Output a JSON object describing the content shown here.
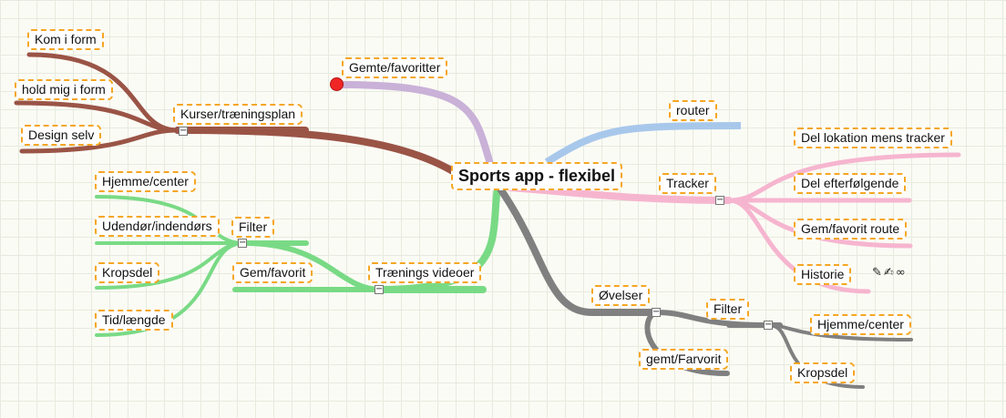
{
  "colors": {
    "brown": "#9a5446",
    "purple": "#c9b1d8",
    "blue": "#a8c8eb",
    "pink": "#f6b5cf",
    "green": "#79da85",
    "gray": "#808080",
    "node_border": "#f5a623",
    "marker": "#f02626"
  },
  "root": {
    "label": "Sports app - flexibel"
  },
  "branches": {
    "courses": {
      "label": "Kurser/træningsplan",
      "children": [
        "Kom i form",
        "hold mig i form",
        "Design selv"
      ]
    },
    "saved": {
      "label": "Gemte/favoritter"
    },
    "router": {
      "label": "router"
    },
    "tracker": {
      "label": "Tracker",
      "children": [
        "Del lokation mens tracker",
        "Del efterfølgende",
        "Gem/favorit route",
        "Historie"
      ]
    },
    "videos": {
      "label": "Trænings videoer",
      "filter": {
        "label": "Filter",
        "children": [
          "Hjemme/center",
          "Udendør/indendørs",
          "Kropsdel",
          "Tid/længde"
        ]
      },
      "favorite": "Gem/favorit"
    },
    "exercises": {
      "label": "Øvelser",
      "filter": {
        "label": "Filter",
        "children": [
          "Hjemme/center",
          "Kropsdel"
        ]
      },
      "saved": "gemt/Farvorit"
    }
  },
  "icons": [
    "attachment-icon",
    "edit-note-icon",
    "link-icon"
  ],
  "toggle_symbol": "−"
}
